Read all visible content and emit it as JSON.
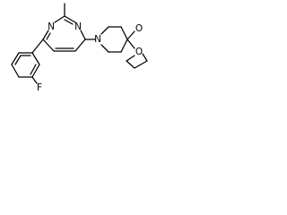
{
  "molecule": {
    "atom_labels": {
      "n_pyrimidine_top": "N",
      "n_pyrimidine_bottom": "N",
      "n_piperidine": "N",
      "o_dioxolane_top": "O",
      "o_dioxolane_bottom": "O",
      "fluorine": "F"
    },
    "colors": {
      "bond": "#000000",
      "label": "#000000",
      "background": "#ffffff"
    }
  }
}
